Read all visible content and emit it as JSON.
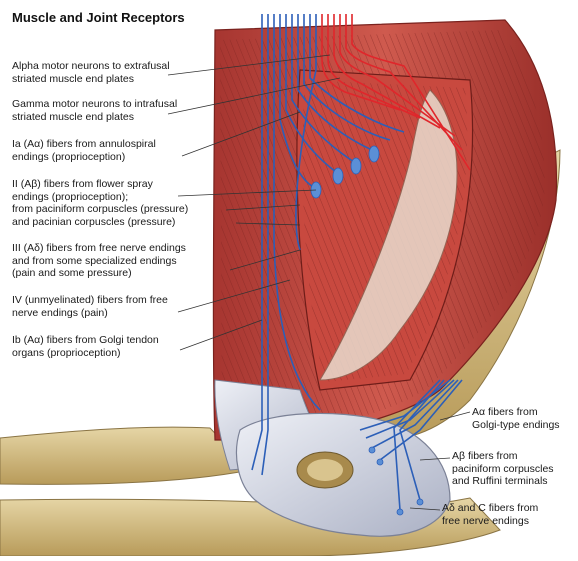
{
  "title": "Muscle and Joint Receptors",
  "labels_left": [
    {
      "lines": [
        "Alpha motor neurons to extrafusal",
        "striated muscle end plates"
      ]
    },
    {
      "lines": [
        "Gamma motor neurons to intrafusal",
        "striated muscle end plates"
      ]
    },
    {
      "lines": [
        "Ia (Aα) fibers from annulospiral",
        "endings (proprioception)"
      ]
    },
    {
      "lines": [
        "II (Aβ) fibers from flower spray",
        "endings (proprioception);",
        "from paciniform corpuscles (pressure)",
        "and pacinian corpuscles (pressure)"
      ]
    },
    {
      "lines": [
        "III (Aδ) fibers from free nerve endings",
        "and from some specialized endings",
        "(pain and some pressure)"
      ]
    },
    {
      "lines": [
        "IV (unmyelinated) fibers from free",
        "nerve endings (pain)"
      ]
    },
    {
      "lines": [
        "Ib (Aα) fibers from Golgi tendon",
        "organs (proprioception)"
      ]
    }
  ],
  "labels_right": [
    {
      "lines": [
        "Aα fibers from",
        "Golgi-type endings"
      ]
    },
    {
      "lines": [
        "Aβ fibers from",
        "paciniform corpuscles",
        "and Ruffini terminals"
      ]
    },
    {
      "lines": [
        "Aδ and C fibers from",
        "free nerve endings"
      ]
    }
  ],
  "colors": {
    "muscle": "#c0453c",
    "muscle_dark": "#8e2a25",
    "tendon": "#d9dbe6",
    "bone": "#d9c48e",
    "motor_nerve": "#e0262b",
    "sensory_nerve": "#2c5fb8",
    "leader_line": "#333333"
  }
}
